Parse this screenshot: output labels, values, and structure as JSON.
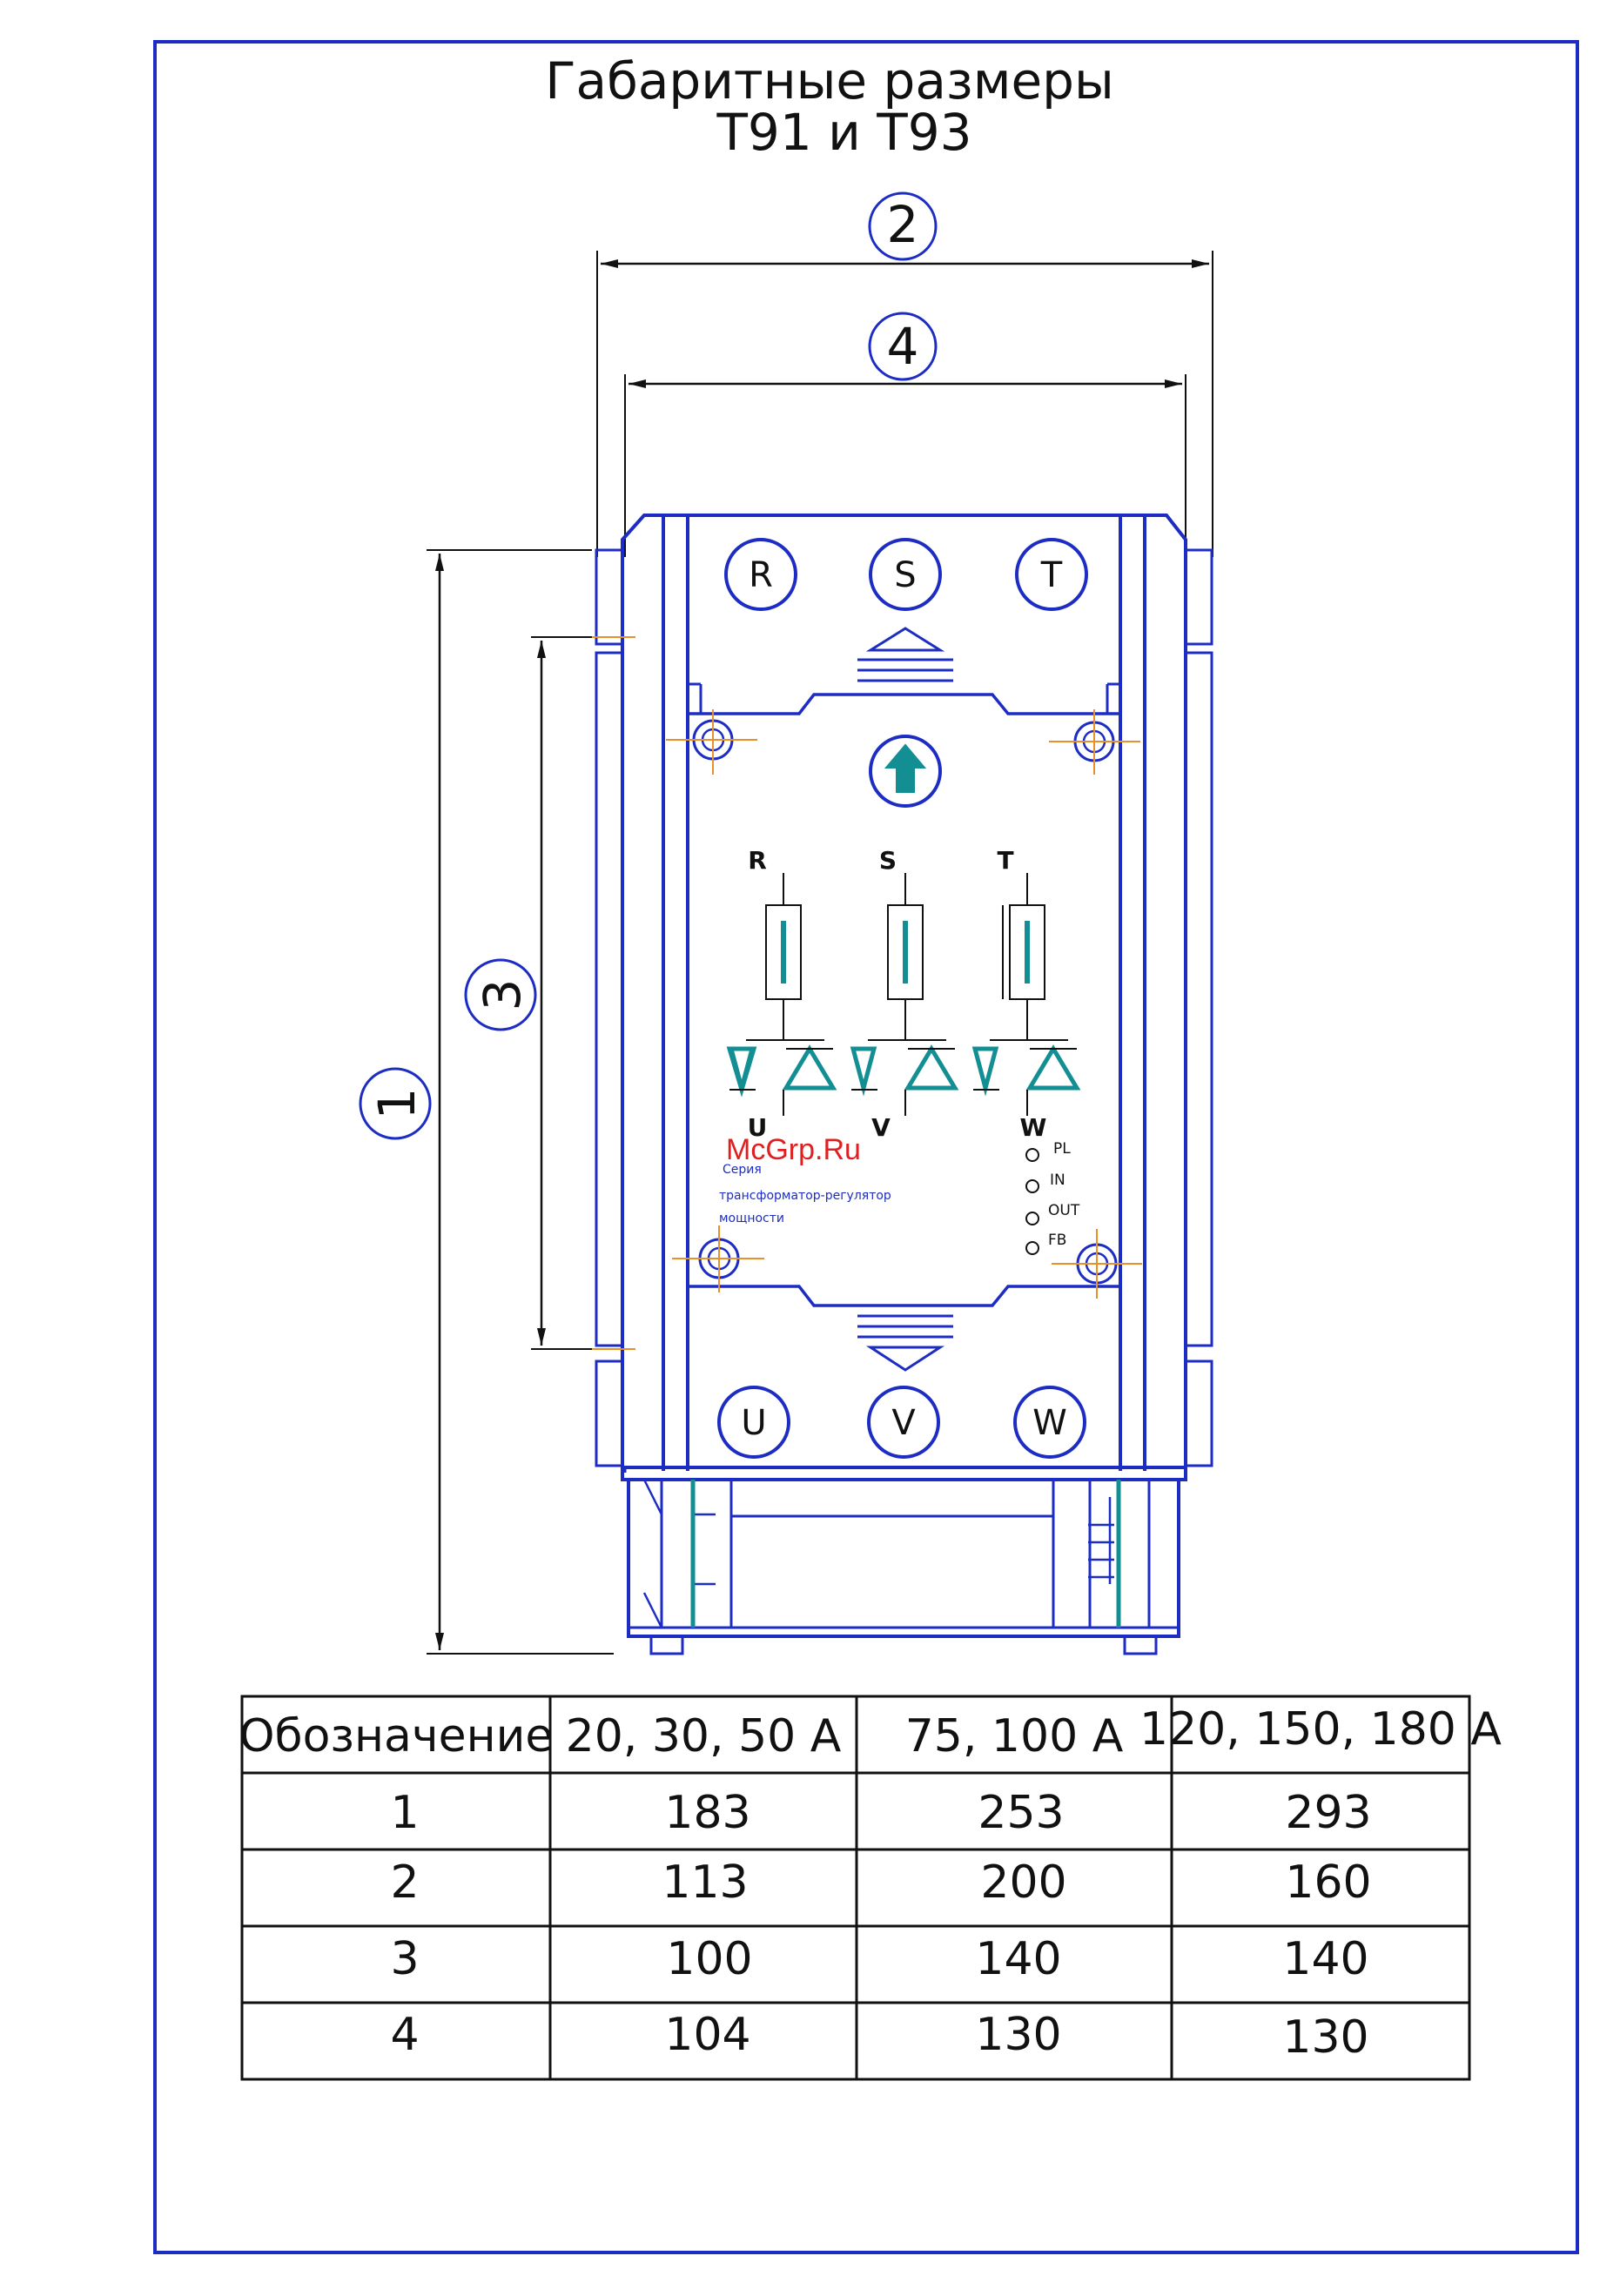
{
  "title": {
    "line1": "Габаритные размеры",
    "line2": "Т91 и Т93"
  },
  "dimension_markers": [
    "1",
    "2",
    "3",
    "4"
  ],
  "terminals_top": [
    "R",
    "S",
    "T"
  ],
  "terminals_bottom": [
    "U",
    "V",
    "W"
  ],
  "phase_labels_top": [
    "R",
    "S",
    "T"
  ],
  "phase_labels_bottom": [
    "U",
    "V",
    "W"
  ],
  "indicators": [
    "PL",
    "IN",
    "OUT",
    "FB"
  ],
  "device_caption": {
    "line1": "Серия",
    "line2": "трансформатор-регулятор",
    "line3": "мощности"
  },
  "watermark": "McGrp.Ru",
  "icons": {
    "up_arrow": "up-arrow-icon",
    "diode": "diode-icon",
    "thyristor": "thyristor-icon",
    "resistor": "resistor-icon",
    "screw": "screw-icon"
  },
  "colors": {
    "outline": "#1d2dc4",
    "component": "#138f94",
    "crosshair": "#e8902a",
    "watermark": "#e02020"
  },
  "table": {
    "headers": [
      "Обозначение",
      "20, 30, 50 А",
      "75, 100 А",
      "120, 150, 180 А"
    ],
    "rows": [
      [
        "1",
        "183",
        "253",
        "293"
      ],
      [
        "2",
        "113",
        "200",
        "160"
      ],
      [
        "3",
        "100",
        "140",
        "140"
      ],
      [
        "4",
        "104",
        "130",
        "130"
      ]
    ]
  }
}
